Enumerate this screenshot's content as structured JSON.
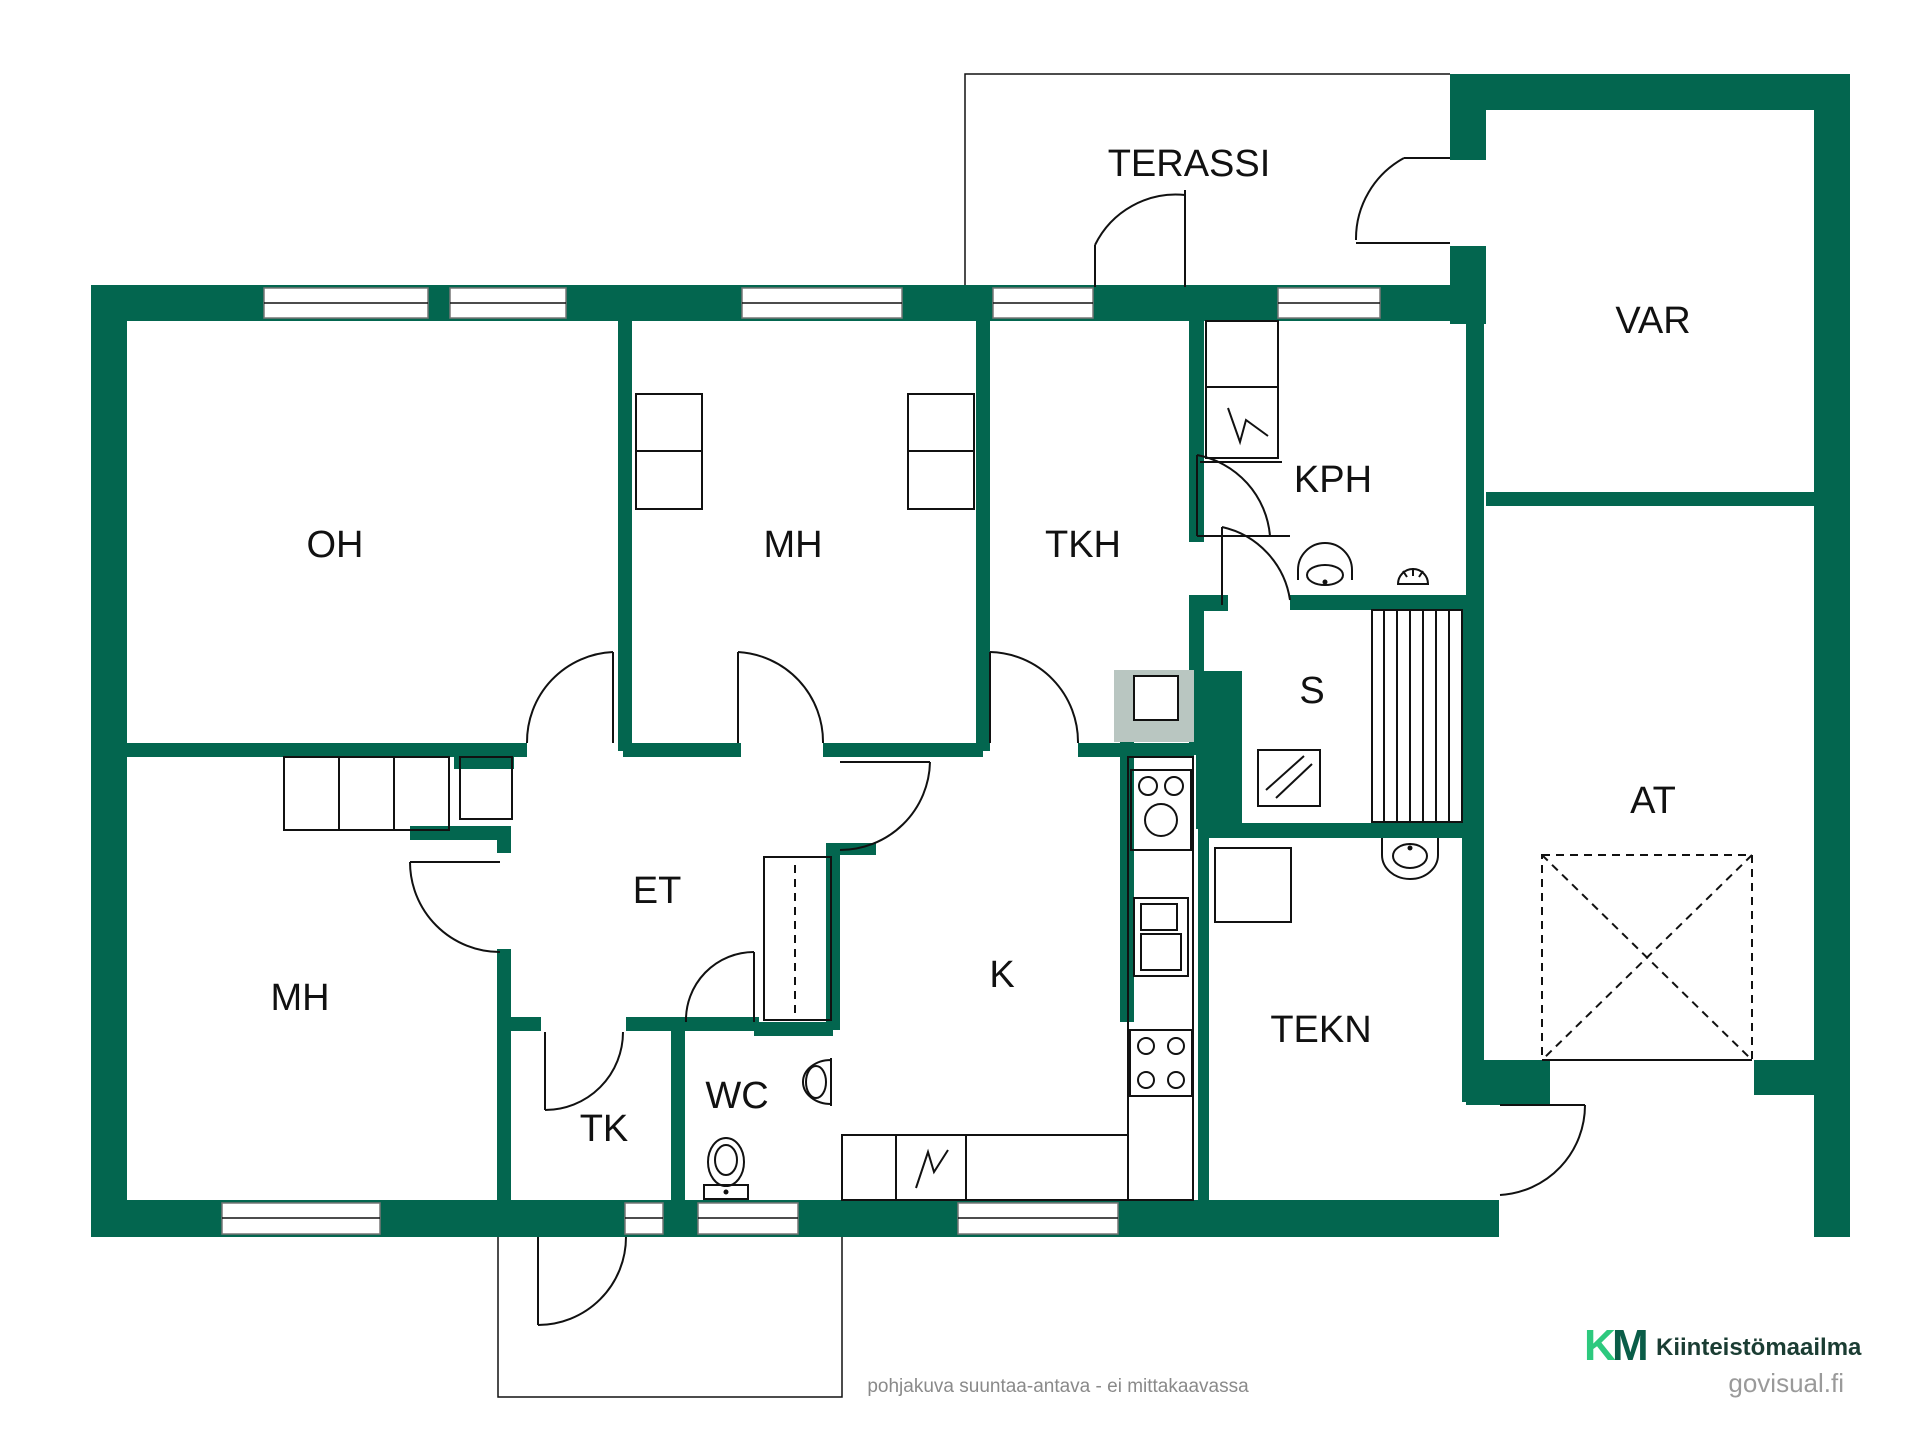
{
  "plan": {
    "colors": {
      "wall": "#03664f",
      "line": "#111111",
      "background": "#ffffff"
    },
    "rooms": {
      "terassi": "TERASSI",
      "var": "VAR",
      "oh": "OH",
      "mh_top": "MH",
      "tkh": "TKH",
      "kph": "KPH",
      "s": "S",
      "at": "AT",
      "et": "ET",
      "mh_left": "MH",
      "k": "K",
      "tekn": "TEKN",
      "wc": "WC",
      "tk": "TK"
    },
    "icons": [
      "lightning-icon",
      "sink-icon",
      "toilet-icon",
      "stove-icon",
      "shower-icon",
      "sauna-bench-icon",
      "fireplace-icon"
    ]
  },
  "footer": {
    "note": "pohjakuva suuntaa-antava - ei mittakaavassa",
    "credit": "govisual.fi"
  },
  "brand": {
    "logo_k": "K",
    "logo_m": "M",
    "name": "Kiinteistömaailma",
    "colors": {
      "k": "#2dc97e",
      "m": "#0a5d48"
    }
  }
}
